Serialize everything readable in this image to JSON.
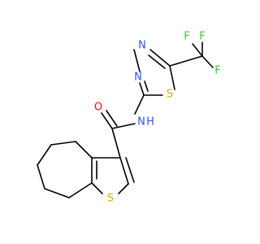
{
  "molecule": {
    "atoms": [
      {
        "name": "atom-F-top",
        "symbol": "F",
        "color": "#33cc33"
      },
      {
        "name": "atom-F-left",
        "symbol": "F",
        "color": "#33cc33"
      },
      {
        "name": "atom-F-right",
        "symbol": "F",
        "color": "#33cc33"
      },
      {
        "name": "atom-N-thiadiazole-1",
        "symbol": "N",
        "color": "#3050f8"
      },
      {
        "name": "atom-N-thiadiazole-2",
        "symbol": "N",
        "color": "#3050f8"
      },
      {
        "name": "atom-S-thiadiazole",
        "symbol": "S",
        "color": "#c8b400"
      },
      {
        "name": "atom-O-carbonyl",
        "symbol": "O",
        "color": "#ff0d0d"
      },
      {
        "name": "atom-N-amide",
        "symbol": "N",
        "color": "#3050f8"
      },
      {
        "name": "atom-H-amide",
        "symbol": "H",
        "color": "#3050f8"
      },
      {
        "name": "atom-S-thiophene",
        "symbol": "S",
        "color": "#c8b400"
      }
    ]
  }
}
